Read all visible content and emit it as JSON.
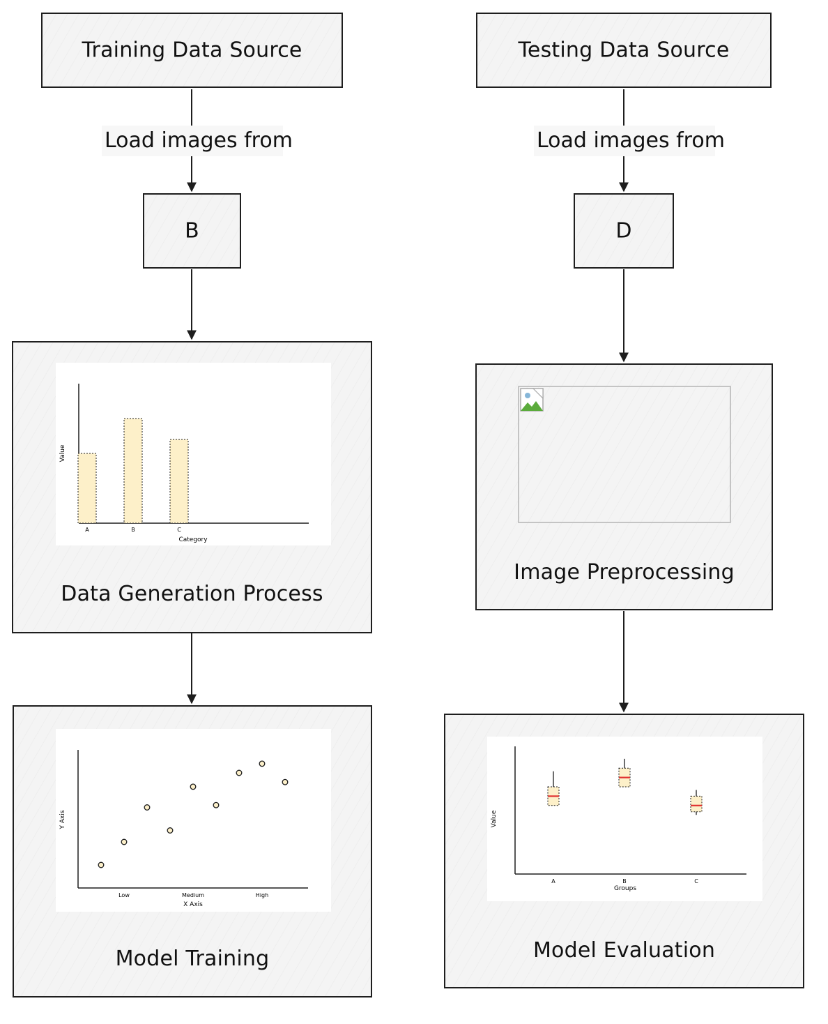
{
  "nodes": {
    "training_source": "Training Data Source",
    "testing_source": "Testing Data Source",
    "b": "B",
    "d": "D",
    "data_generation": "Data Generation Process",
    "image_preprocessing": "Image Preprocessing",
    "model_training": "Model Training",
    "model_evaluation": "Model Evaluation"
  },
  "edges": {
    "left_load": "Load images from",
    "right_load": "Load images from"
  },
  "colors": {
    "stroke": "#1e1e1e",
    "box_fill": "#f4f4f4",
    "mark_fill": "#fdf0c9",
    "median": "#e03131"
  },
  "chart_data": [
    {
      "type": "bar",
      "categories": [
        "A",
        "B",
        "C"
      ],
      "values": [
        5,
        7.5,
        6
      ],
      "xlabel": "Category",
      "ylabel": "Value",
      "ylim": [
        0,
        10
      ]
    },
    {
      "type": "scatter",
      "x_ticks": [
        "Low",
        "Medium",
        "High"
      ],
      "points": [
        {
          "x": 0,
          "y": 1.0
        },
        {
          "x": 1,
          "y": 2.0
        },
        {
          "x": 2,
          "y": 3.5
        },
        {
          "x": 3,
          "y": 2.5
        },
        {
          "x": 4,
          "y": 4.4
        },
        {
          "x": 5,
          "y": 3.6
        },
        {
          "x": 6,
          "y": 5.0
        },
        {
          "x": 7,
          "y": 5.4
        },
        {
          "x": 8,
          "y": 4.6
        }
      ],
      "xlabel": "X Axis",
      "ylabel": "Y Axis",
      "xlim": [
        -1,
        9
      ],
      "ylim": [
        0,
        6
      ]
    },
    {
      "type": "box",
      "categories": [
        "A",
        "B",
        "C"
      ],
      "boxes": [
        {
          "min": 22,
          "q1": 22,
          "median": 25,
          "q3": 28,
          "max": 33
        },
        {
          "min": 28,
          "q1": 28,
          "median": 31,
          "q3": 34,
          "max": 37
        },
        {
          "min": 19,
          "q1": 20,
          "median": 22,
          "q3": 25,
          "max": 27
        }
      ],
      "xlabel": "Groups",
      "ylabel": "Value",
      "ylim": [
        0,
        41
      ]
    }
  ]
}
